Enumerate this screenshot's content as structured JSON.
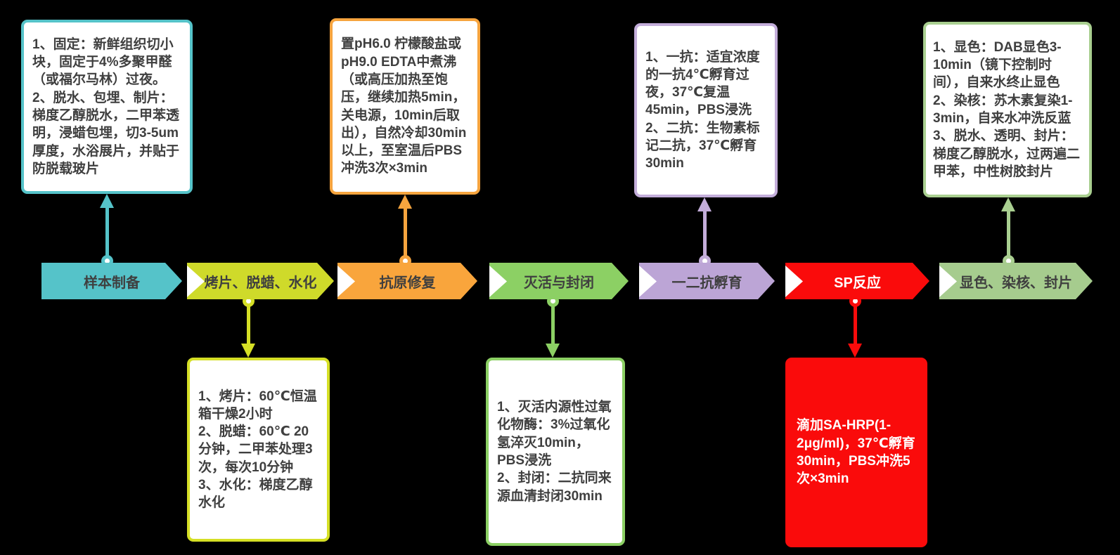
{
  "background_color": "#000000",
  "text_color": "#3F3F3F",
  "steps": [
    {
      "label": "样本制备",
      "color": "#55C3C9",
      "detail": {
        "position": "top",
        "border_color": "#55C3C9",
        "fill": "#FFFFFF",
        "text_color": "#3F3F3F",
        "text": "1、固定：新鲜组织切小块，固定于4%多聚甲醛（或福尔马林）过夜。\n2、脱水、包埋、制片：梯度乙醇脱水，二甲苯透明，浸蜡包埋，切3-5um厚度，水浴展片，并贴于防脱载玻片"
      }
    },
    {
      "label": "烤片、脱蜡、水化",
      "color": "#CFDA2A",
      "detail": {
        "position": "bottom",
        "border_color": "#D5DF25",
        "fill": "#FFFFFF",
        "text_color": "#3F3F3F",
        "text": "1、烤片：60℃恒温箱干燥2小时\n2、脱蜡：60℃ 20分钟，二甲苯处理3次，每次10分钟\n3、水化：梯度乙醇水化"
      }
    },
    {
      "label": "抗原修复",
      "color": "#F9A53C",
      "detail": {
        "position": "top",
        "border_color": "#F6A43E",
        "fill": "#FFFFFF",
        "text_color": "#3F3F3F",
        "text": "置pH6.0 柠檬酸盐或pH9.0 EDTA中煮沸（或高压加热至饱压，继续加热5min，关电源，10min后取出），自然冷却30min 以上，至室温后PBS冲洗3次×3min"
      }
    },
    {
      "label": "灭活与封闭",
      "color": "#8CD064",
      "detail": {
        "position": "bottom",
        "border_color": "#8CD064",
        "fill": "#FFFFFF",
        "text_color": "#3F3F3F",
        "text": "1、灭活内源性过氧化物酶：3%过氧化氢淬灭10min，PBS浸洗\n2、封闭：二抗同来源血清封闭30min"
      }
    },
    {
      "label": "一二抗孵育",
      "color": "#BCA5D6",
      "detail": {
        "position": "top",
        "border_color": "#C3ADDA",
        "fill": "#FFFFFF",
        "text_color": "#3F3F3F",
        "text": "1、一抗：适宜浓度的一抗4℃孵育过夜，37℃复温45min，PBS浸洗\n2、二抗：生物素标记二抗，37℃孵育30min"
      }
    },
    {
      "label": "SP反应",
      "color": "#FA0B0B",
      "label_color": "#FFFFFF",
      "detail": {
        "position": "bottom",
        "border_color": "#FA0B0B",
        "fill": "#FA0B0B",
        "text_color": "#FFFFFF",
        "text": "滴加SA-HRP(1-2μg/ml)，37℃孵育30min，PBS冲洗5次×3min"
      }
    },
    {
      "label": "显色、染核、封片",
      "color": "#A6CC8E",
      "detail": {
        "position": "top",
        "border_color": "#A9CF90",
        "fill": "#FFFFFF",
        "text_color": "#3F3F3F",
        "text": "1、显色：DAB显色3-10min（镜下控制时间），自来水终止显色\n2、染核：苏木素复染1-3min，自来水冲洗反蓝\n3、脱水、透明、封片：梯度乙醇脱水，过两遍二甲苯，中性树胶封片"
      }
    }
  ]
}
